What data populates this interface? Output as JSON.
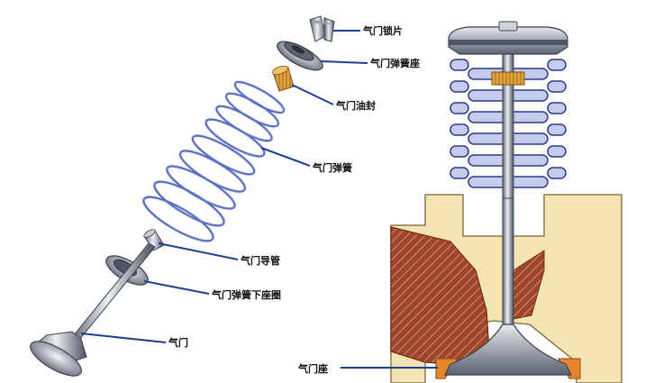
{
  "labels": {
    "valve_keeper": "气门锁片",
    "spring_retainer": "气门弹簧座",
    "valve_seal": "气门油封",
    "valve_spring": "气门弹簧",
    "valve_guide": "气门导管",
    "lower_spring_seat": "气门弹簧下座圈",
    "valve": "气门",
    "valve_seat": "气门座"
  },
  "colors": {
    "leader_line": "#1f3f8f",
    "spring_blue": "#5b6fc0",
    "head_cream": "#f4e4b4",
    "head_outline": "#8a7b4a",
    "combustion_brown": "#a0452a",
    "seat_orange": "#e8842a",
    "metal_dark": "#4a5160",
    "metal_light": "#d9dde3",
    "seal_gold": "#e3a33c"
  }
}
